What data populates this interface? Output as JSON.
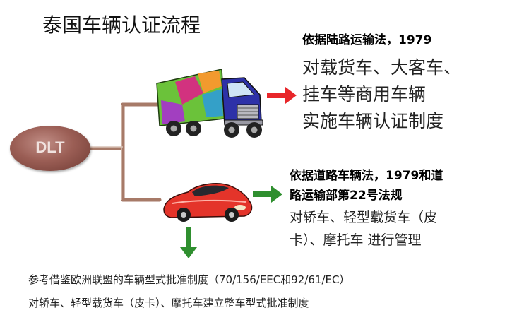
{
  "title": "泰国车辆认证流程",
  "center_node": "DLT",
  "branch1": {
    "law": "依据陆路运输法，1979",
    "description_lines": [
      "对载货车、大客车、",
      "挂车等商用车辆",
      "实施车辆认证制度"
    ]
  },
  "branch2": {
    "law_lines": [
      "依据道路车辆法，1979和道",
      "路运输部第22号法规"
    ],
    "description_lines": [
      "对轿车、轻型载货车（皮",
      "卡）、摩托车 进行管理"
    ]
  },
  "footer_lines": [
    "参考借鉴欧洲联盟的车辆型式批准制度（70/156/EEC和92/61/EC）",
    "对轿车、轻型载货车（皮卡）、摩托车建立整车型式批准制度"
  ],
  "icons": [
    "truck-icon",
    "sports-car-icon",
    "red-arrow-right-icon",
    "green-arrow-right-icon",
    "green-arrow-down-icon"
  ],
  "colors": {
    "dlt_node": "#9b5e55",
    "connector": "#a77a68",
    "red_arrow": "#e8262a",
    "green_arrow": "#2f8f2f",
    "truck_cab": "#2d31a8",
    "truck_trailer": "#6bc23a",
    "car_body": "#e4342a"
  }
}
